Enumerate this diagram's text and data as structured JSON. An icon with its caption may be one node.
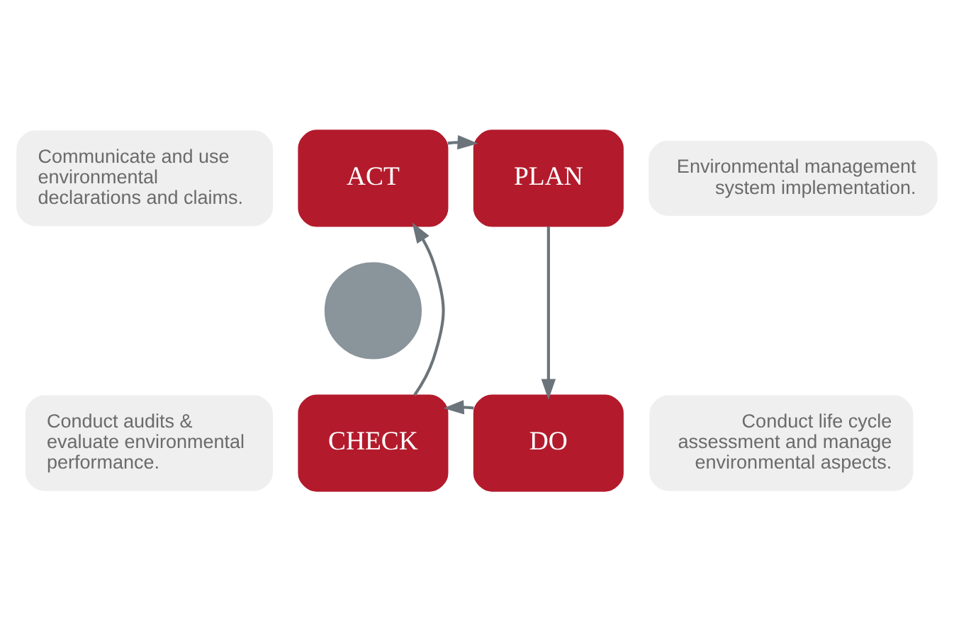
{
  "diagram": {
    "nodes": [
      {
        "text": [
          "Communicate and use environmental declarations and claims."
        ]
      },
      {
        "text": [
          "Environmental management system implementation."
        ]
      },
      {
        "text": [
          "ACT"
        ]
      },
      {
        "text": [
          "PLAN"
        ]
      },
      {
        "text": [],
        "shape": "circle"
      },
      {
        "text": [
          "CHECK"
        ]
      },
      {
        "text": [
          "DO"
        ]
      },
      {
        "text": [
          "Conduct audits & evaluate environmental performance."
        ]
      },
      {
        "text": [
          "Conduct life cycle assessment and manage environmental aspects."
        ]
      }
    ],
    "edges": [
      {
        "from": 2,
        "to": 3,
        "arrow": "to"
      },
      {
        "from": 3,
        "to": 6,
        "arrow": "to"
      },
      {
        "from": 6,
        "to": 5,
        "arrow": "to"
      },
      {
        "from": 5,
        "to": 2,
        "arrow": "to"
      }
    ]
  }
}
